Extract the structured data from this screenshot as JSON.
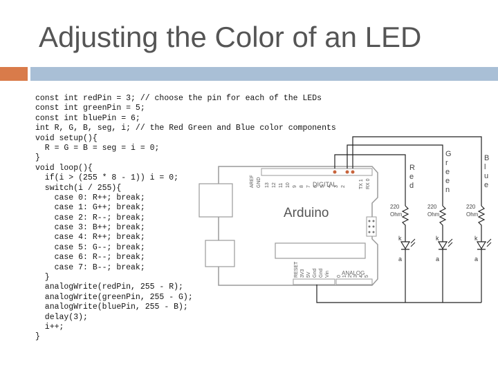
{
  "slide": {
    "title": "Adjusting the Color of an LED",
    "accent_color": "#d97b4a",
    "bar_color": "#a9bfd6"
  },
  "code_lines": [
    "const int redPin = 3; // choose the pin for each of the LEDs",
    "const int greenPin = 5;",
    "const int bluePin = 6;",
    "int R, G, B, seg, i; // the Red Green and Blue color components",
    "void setup(){",
    "  R = G = B = seg = i = 0;",
    "}",
    "void loop(){",
    "  if(i > (255 * 8 - 1)) i = 0;",
    "  switch(i / 255){",
    "    case 0: R++; break;",
    "    case 1: G++; break;",
    "    case 2: R--; break;",
    "    case 3: B++; break;",
    "    case 4: R++; break;",
    "    case 5: G--; break;",
    "    case 6: R--; break;",
    "    case 7: B--; break;",
    "  }",
    "  analogWrite(redPin, 255 - R);",
    "  analogWrite(greenPin, 255 - G);",
    "  analogWrite(bluePin, 255 - B);",
    "  delay(3);",
    "  i++;",
    "}"
  ],
  "schematic": {
    "board_label": "Arduino",
    "digital_label": "DIGITAL",
    "analog_label": "ANALOG",
    "aref_label": "AREF",
    "gnd_label": "GND",
    "tx_label": "TX 1",
    "rx_label": "RX 0",
    "digital_pins": [
      "13",
      "12",
      "11",
      "10",
      "9",
      "8",
      "7",
      "6",
      "5",
      "4",
      "3",
      "2"
    ],
    "power_pins": [
      "RESET",
      "3V3",
      "5V",
      "Gnd",
      "Gnd",
      "Vin"
    ],
    "analog_pins": [
      "0",
      "1",
      "2",
      "3",
      "4",
      "5"
    ],
    "wire_labels": {
      "red": [
        "R",
        "e",
        "d"
      ],
      "green": [
        "G",
        "r",
        "e",
        "e",
        "n"
      ],
      "blue": [
        "B",
        "l",
        "u",
        "e"
      ]
    },
    "resistor_value": "220",
    "resistor_unit": "Ohm",
    "led_k": "k",
    "led_a": "a"
  }
}
